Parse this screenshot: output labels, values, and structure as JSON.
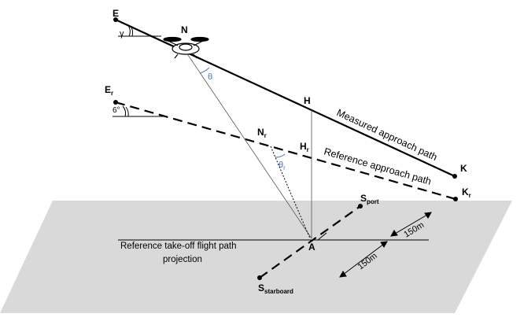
{
  "points": {
    "E": "E",
    "E_r": "E",
    "E_r_sub": "r",
    "N": "N",
    "N_r": "N",
    "N_r_sub": "r",
    "H": "H",
    "H_r": "H",
    "H_r_sub": "r",
    "K": "K",
    "K_r": "K",
    "K_r_sub": "r",
    "A": "A",
    "S_port": "S",
    "S_port_sub": "port",
    "S_starboard": "S",
    "S_starboard_sub": "starboard"
  },
  "angles": {
    "gamma": "γ",
    "theta": "θ",
    "theta_r": "θ",
    "theta_r_sub": "r",
    "six_deg": "6°"
  },
  "paths": {
    "measured": "Measured approach path",
    "reference": "Reference approach path"
  },
  "ground": {
    "takeoff_line1": "Reference  take-off flight path",
    "takeoff_line2": "projection"
  },
  "dimensions": {
    "d1": "150m",
    "d2": "150m"
  },
  "colors": {
    "ground_fill": "#d9d9d9",
    "angle_blue": "#4a72c4",
    "line": "#000000"
  }
}
